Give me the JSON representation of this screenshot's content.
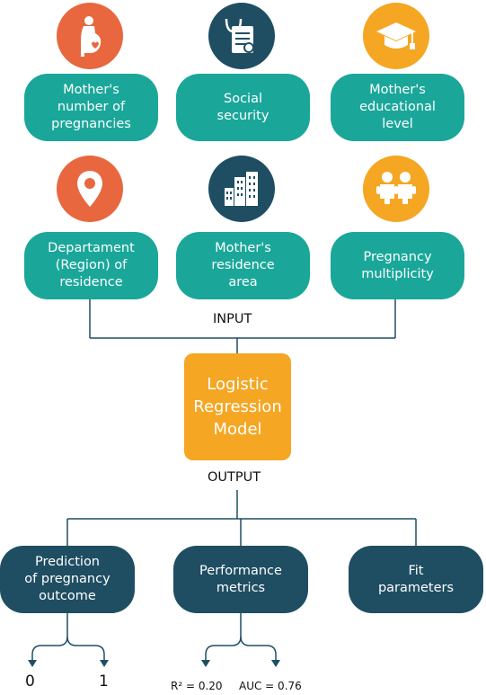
{
  "inputs": [
    {
      "label": "Mother's\nnumber of\npregnancies",
      "icon": "pregnant-woman-icon",
      "color": "#e8673f"
    },
    {
      "label": "Social\nsecurity",
      "icon": "medical-document-icon",
      "color": "#1f4e63"
    },
    {
      "label": "Mother's\neducational\nlevel",
      "icon": "graduation-cap-icon",
      "color": "#f5a623"
    },
    {
      "label": "Departament\n(Region) of\nresidence",
      "icon": "location-pin-icon",
      "color": "#e8673f"
    },
    {
      "label": "Mother's\nresidence\narea",
      "icon": "city-buildings-icon",
      "color": "#1f4e63"
    },
    {
      "label": "Pregnancy\nmultiplicity",
      "icon": "twin-babies-icon",
      "color": "#f5a623"
    }
  ],
  "input_label": "INPUT",
  "model_label": "Logistic\nRegression\nModel",
  "output_label": "OUTPUT",
  "outputs": [
    {
      "label": "Prediction\nof pregnancy\noutcome"
    },
    {
      "label": "Performance\nmetrics"
    },
    {
      "label": "Fit\nparameters"
    }
  ],
  "prediction_values": [
    "0",
    "1"
  ],
  "metrics": {
    "r2": "R² = 0.20",
    "auc": "AUC = 0.76"
  },
  "colors": {
    "teal": "#1aa79a",
    "navy": "#1f4e63",
    "orange": "#f5a623",
    "coral": "#e8673f"
  }
}
